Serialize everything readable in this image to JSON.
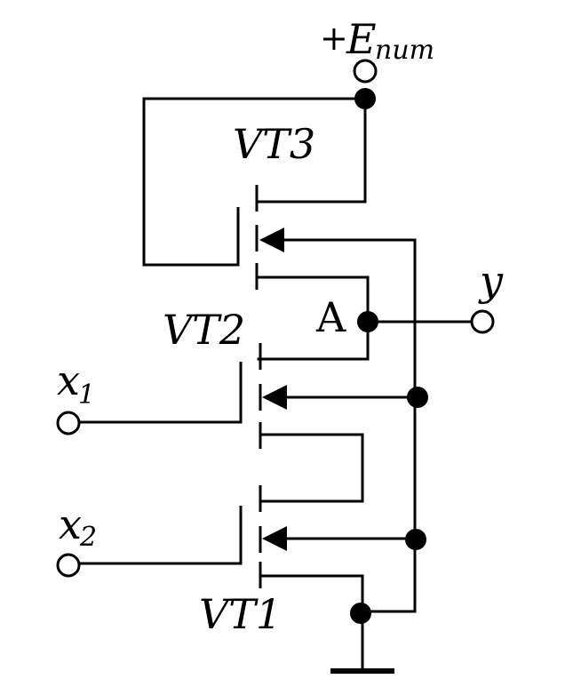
{
  "labels": {
    "supply_sign": "+",
    "supply_main": "E",
    "supply_sub": "num",
    "vt3": "VT3",
    "vt2": "VT2",
    "vt1": "VT1",
    "node_a": "A",
    "output": "y",
    "input1_main": "x",
    "input1_sub": "1",
    "input2_main": "x",
    "input2_sub": "2"
  },
  "colors": {
    "line": "#000000",
    "background": "#ffffff"
  }
}
